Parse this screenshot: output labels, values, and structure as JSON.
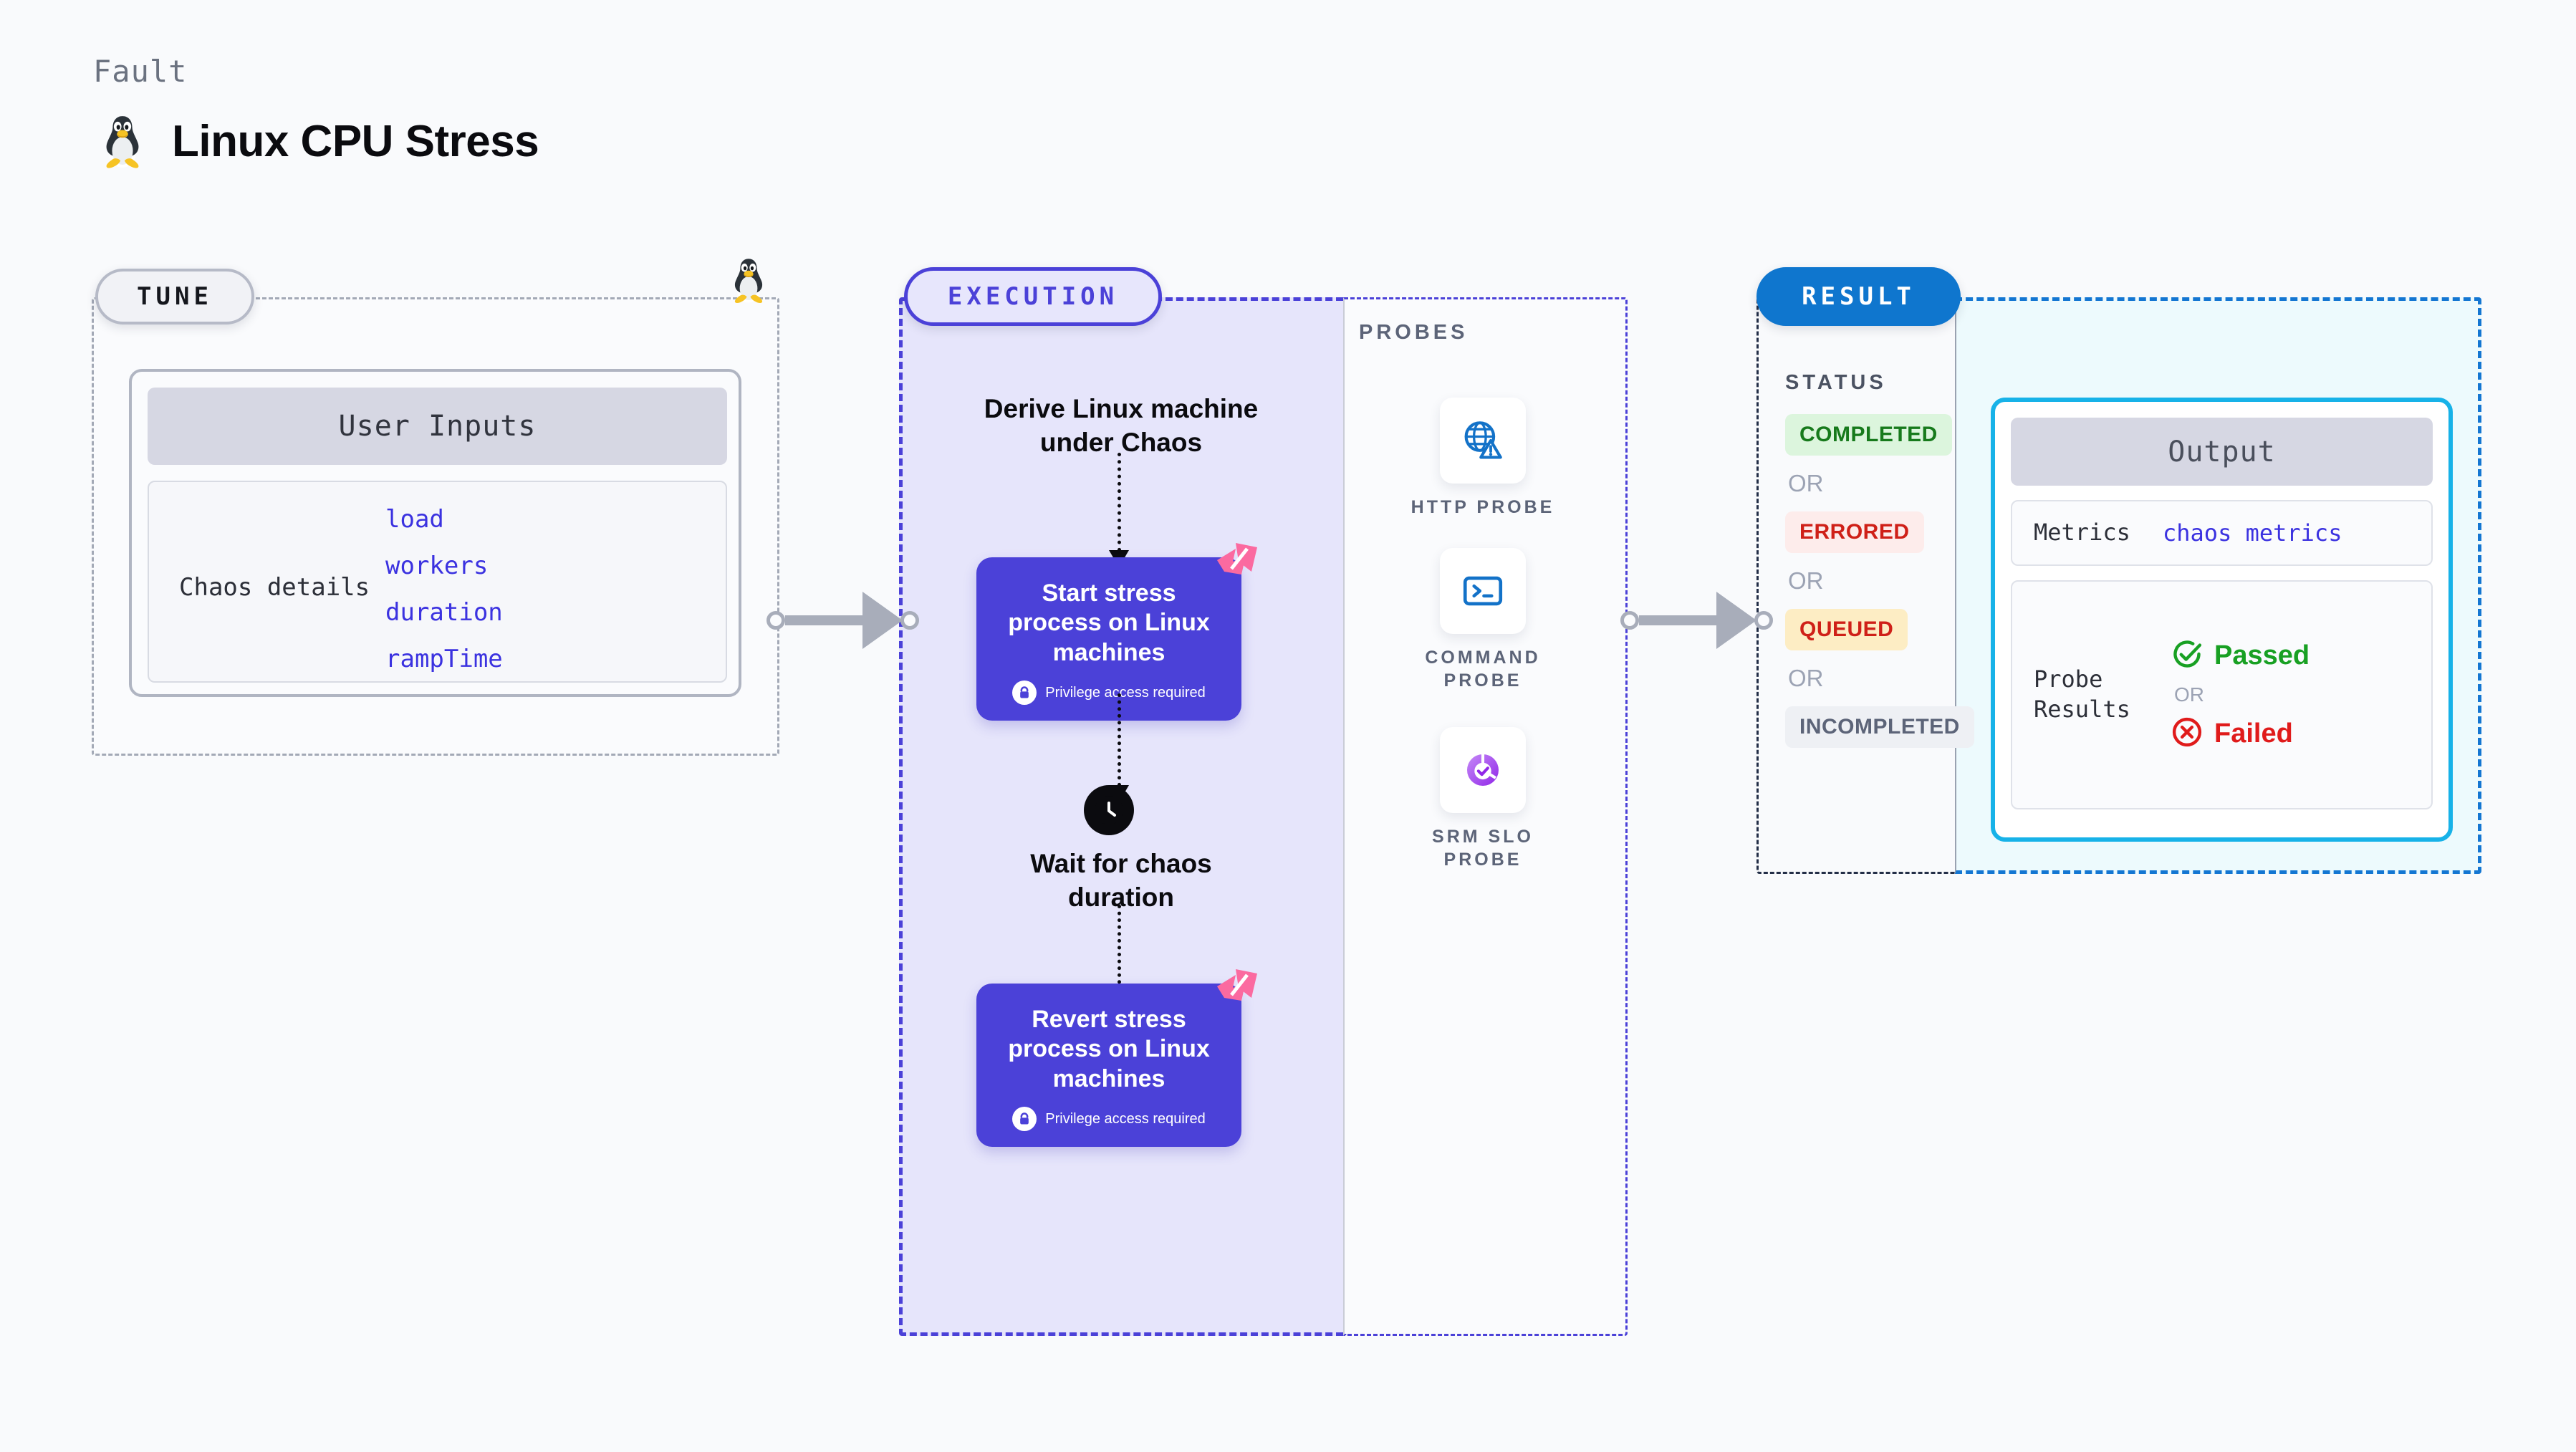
{
  "header": {
    "kicker": "Fault",
    "title": "Linux CPU Stress",
    "icon": "linux-tux-icon"
  },
  "tune": {
    "pill_label": "TUNE",
    "card_title": "User Inputs",
    "body_label": "Chaos details",
    "params": [
      "load",
      "workers",
      "duration",
      "rampTime"
    ],
    "corner_icon": "linux-tux-icon"
  },
  "execution": {
    "pill_label": "EXECUTION",
    "step1_text": "Derive Linux machine\nunder Chaos",
    "step1_line1": "Derive Linux machine",
    "step1_line2": "under Chaos",
    "card_start": {
      "title_line1": "Start stress",
      "title_line2": "process on Linux",
      "title_line3": "machines",
      "badge_label": "Privilege access required",
      "badge_icon": "lock-icon",
      "corner_icon": "chaos-ribbon-icon"
    },
    "wait": {
      "icon": "clock-icon",
      "line1": "Wait for chaos",
      "line2": "duration"
    },
    "card_revert": {
      "title_line1": "Revert stress",
      "title_line2": "process on Linux",
      "title_line3": "machines",
      "badge_label": "Privilege access required",
      "badge_icon": "lock-icon",
      "corner_icon": "chaos-ribbon-icon"
    }
  },
  "probes": {
    "label": "PROBES",
    "items": [
      {
        "icon": "globe-warning-icon",
        "name_line1": "HTTP  PROBE",
        "name_line2": ""
      },
      {
        "icon": "terminal-icon",
        "name_line1": "COMMAND",
        "name_line2": "PROBE"
      },
      {
        "icon": "srm-slo-donut-icon",
        "name_line1": "SRM  SLO",
        "name_line2": "PROBE"
      }
    ]
  },
  "result": {
    "pill_label": "RESULT",
    "status_label": "STATUS",
    "or_label": "OR",
    "statuses": [
      {
        "label": "COMPLETED",
        "style": "sb-completed",
        "color": "#177a1c"
      },
      {
        "label": "ERRORED",
        "style": "sb-errored",
        "color": "#cf2018"
      },
      {
        "label": "QUEUED",
        "style": "sb-queued",
        "color": "#cf2018"
      },
      {
        "label": "INCOMPLETED",
        "style": "sb-incompleted",
        "color": "#5c6478"
      }
    ],
    "output": {
      "title": "Output",
      "metrics_label": "Metrics",
      "metrics_value": "chaos metrics",
      "probe_label_line1": "Probe",
      "probe_label_line2": "Results",
      "passed_label": "Passed",
      "passed_icon": "check-circle-icon",
      "or_label": "OR",
      "failed_label": "Failed",
      "failed_icon": "x-circle-icon"
    }
  },
  "colors": {
    "accent_indigo": "#4b41d8",
    "accent_blue": "#0f76ce",
    "accent_cyan": "#17b2e8",
    "pink_ribbon": "#fb6aa0",
    "pass_green": "#18a023",
    "fail_red": "#e01b1b",
    "background": "#f9fafc"
  }
}
